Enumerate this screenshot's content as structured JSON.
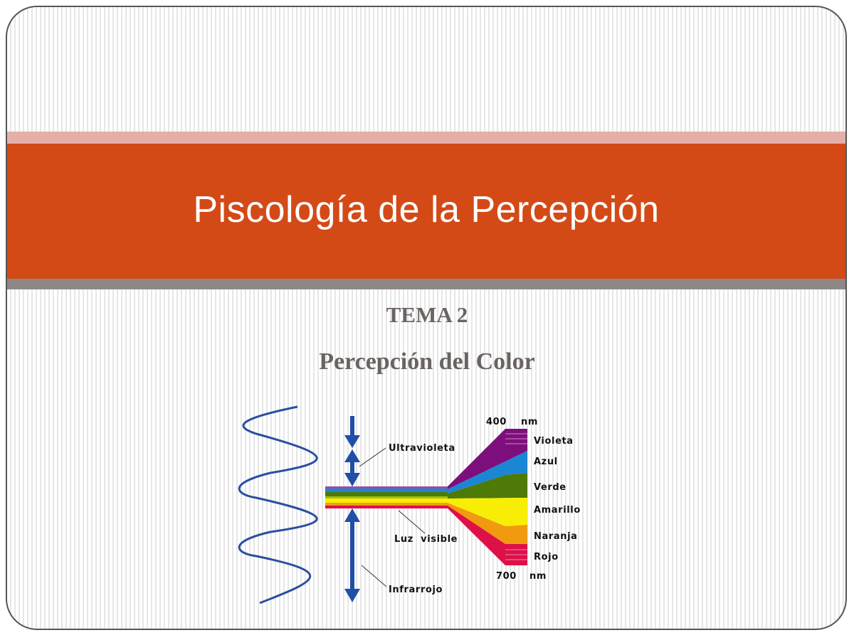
{
  "slide": {
    "title": "Piscología de la Percepción",
    "subtitle_line1": "TEMA 2",
    "subtitle_line2": "Percepción del Color"
  },
  "diagram": {
    "labels": {
      "ultraviolet": "Ultravioleta",
      "visible_light": "Luz  visible",
      "infrared": "Infrarrojo",
      "top_wavelength": "400",
      "top_unit": "nm",
      "bottom_wavelength": "700",
      "bottom_unit": "nm"
    },
    "spectrum_bands": [
      {
        "name": "Violeta",
        "color": "#7d0f7d"
      },
      {
        "name": "Azul",
        "color": "#1a86d4"
      },
      {
        "name": "Verde",
        "color": "#4e7a08"
      },
      {
        "name": "Amarillo",
        "color": "#f8ee05"
      },
      {
        "name": "Naranja",
        "color": "#f29a0f"
      },
      {
        "name": "Rojo",
        "color": "#de1048"
      }
    ],
    "wave_color": "#2a4f9e",
    "arrow_color": "#1f4fa6"
  },
  "colors": {
    "title_band": "#d34a17",
    "pink_strip": "#e5afa9",
    "grey_strip": "#8f8786",
    "subtitle_text": "#6a6361"
  }
}
